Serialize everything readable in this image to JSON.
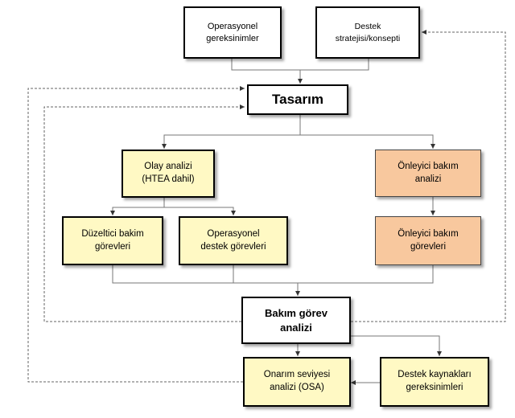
{
  "nodes": {
    "operational_requirements": [
      "Operasyonel",
      "gereksinimler"
    ],
    "support_strategy": [
      "Destek",
      "stratejisi/konsepti"
    ],
    "design": [
      "Tasarım"
    ],
    "event_analysis": [
      "Olay analizi",
      "(HTEA dahil)"
    ],
    "preventive_analysis": [
      "Önleyici bakım",
      "analizi"
    ],
    "corrective_tasks": [
      "Düzeltici bakim",
      "görevleri"
    ],
    "operational_support_tasks": [
      "Operasyonel",
      "destek görevleri"
    ],
    "preventive_tasks": [
      "Önleyici bakım",
      "görevleri"
    ],
    "maintenance_task_analysis": [
      "Bakım görev",
      "analizi"
    ],
    "repair_level_analysis": [
      "Onarım seviyesi",
      "analizi (OSA)"
    ],
    "support_resource_requirements": [
      "Destek kaynakları",
      "gereksinimleri"
    ]
  },
  "colors": {
    "yellow_fill": "#fff9c4",
    "orange_fill": "#f8c89e",
    "line": "#666666"
  }
}
